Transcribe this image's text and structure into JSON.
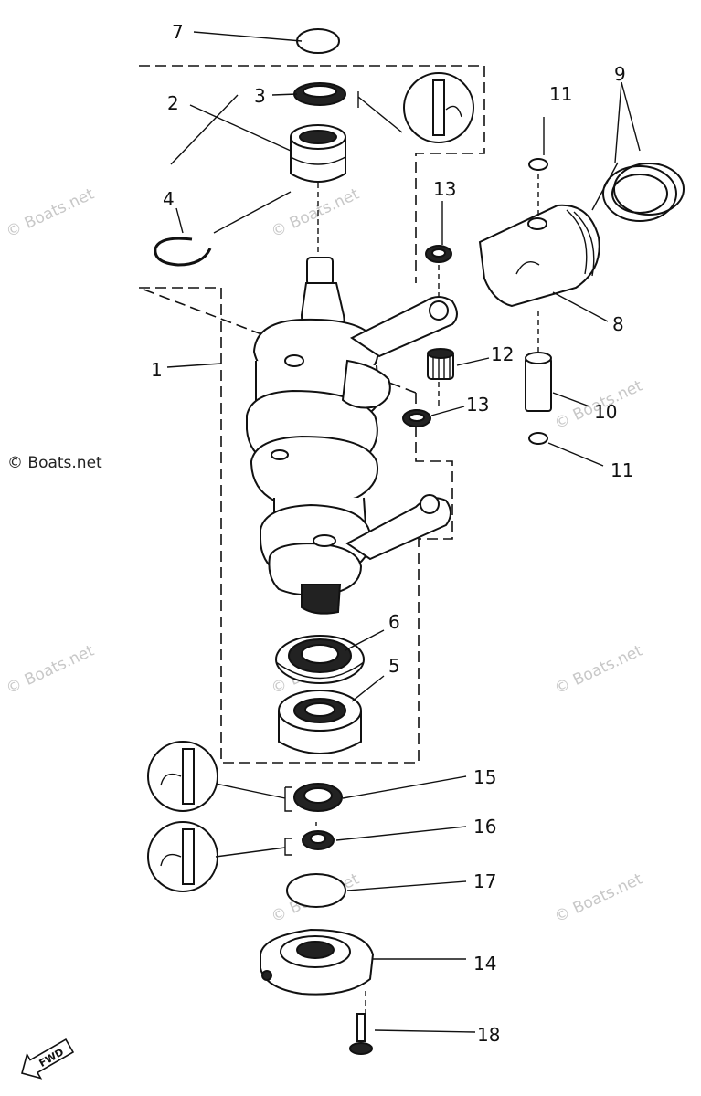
{
  "watermark": "© Boats.net",
  "callouts": {
    "c1": "1",
    "c2": "2",
    "c3": "3",
    "c4": "4",
    "c5": "5",
    "c6": "6",
    "c7": "7",
    "c8": "8",
    "c9": "9",
    "c10": "10",
    "c11a": "11",
    "c11b": "11",
    "c12": "12",
    "c13a": "13",
    "c13b": "13",
    "c14": "14",
    "c15": "15",
    "c16": "16",
    "c17": "17",
    "c18": "18"
  },
  "fwd_label": "FWD"
}
